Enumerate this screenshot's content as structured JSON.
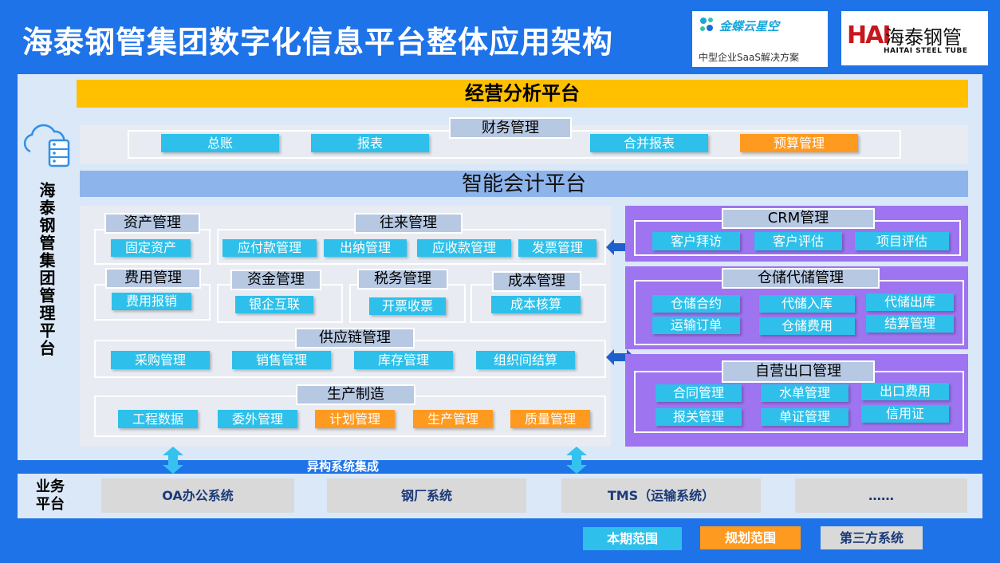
{
  "title": "海泰钢管集团数字化信息平台整体应用架构",
  "logos": {
    "kingdee": {
      "name": "金蝶云星空",
      "tagline": "中型企业SaaS解决方案"
    },
    "haitai": {
      "mark": "HAI",
      "name_cn": "海泰钢管",
      "name_en": "HAITAI STEEL TUBE"
    }
  },
  "side_label": "海泰钢管集团管理平台",
  "analysis_platform": "经营分析平台",
  "finance": {
    "header": "财务管理",
    "items": [
      {
        "label": "总账",
        "scope": "current"
      },
      {
        "label": "报表",
        "scope": "current"
      },
      {
        "label": "合并报表",
        "scope": "current"
      },
      {
        "label": "预算管理",
        "scope": "planned"
      }
    ]
  },
  "accounting_platform": "智能会计平台",
  "modules": {
    "asset": {
      "header": "资产管理",
      "items": [
        "固定资产"
      ]
    },
    "dealing": {
      "header": "往来管理",
      "items": [
        "应付款管理",
        "出纳管理",
        "应收款管理",
        "发票管理"
      ]
    },
    "expense": {
      "header": "费用管理",
      "items": [
        "费用报销"
      ]
    },
    "fund": {
      "header": "资金管理",
      "items": [
        "银企互联"
      ]
    },
    "tax": {
      "header": "税务管理",
      "items": [
        "开票收票"
      ]
    },
    "cost": {
      "header": "成本管理",
      "items": [
        "成本核算"
      ]
    },
    "supply": {
      "header": "供应链管理",
      "items": [
        "采购管理",
        "销售管理",
        "库存管理",
        "组织间结算"
      ]
    },
    "production": {
      "header": "生产制造",
      "items": [
        {
          "label": "工程数据",
          "scope": "current"
        },
        {
          "label": "委外管理",
          "scope": "current"
        },
        {
          "label": "计划管理",
          "scope": "planned"
        },
        {
          "label": "生产管理",
          "scope": "planned"
        },
        {
          "label": "质量管理",
          "scope": "planned"
        }
      ]
    }
  },
  "crm": {
    "header": "CRM管理",
    "items": [
      "客户拜访",
      "客户评估",
      "项目评估"
    ]
  },
  "warehouse": {
    "header": "仓储代储管理",
    "items": [
      "仓储合约",
      "代储入库",
      "代储出库",
      "运输订单",
      "仓储费用",
      "结算管理"
    ]
  },
  "export": {
    "header": "自营出口管理",
    "items": [
      "合同管理",
      "水单管理",
      "出口费用",
      "报关管理",
      "单证管理",
      "信用证"
    ]
  },
  "integration_label": "异构系统集成",
  "business": {
    "label": "业务平台",
    "systems": [
      "OA办公系统",
      "钢厂系统",
      "TMS（运输系统）",
      "……"
    ]
  },
  "legend": {
    "current": "本期范围",
    "planned": "规划范围",
    "third": "第三方系统"
  },
  "colors": {
    "pill_blue": "#2ec0ea",
    "pill_orange": "#ff9a20",
    "title_bar": "#ffc000",
    "purple_panel": "#9e74f0",
    "background": "#1f73e8"
  },
  "icons": {
    "cloud": "cloud-server-icon",
    "arrow": "double-arrow-icon"
  }
}
